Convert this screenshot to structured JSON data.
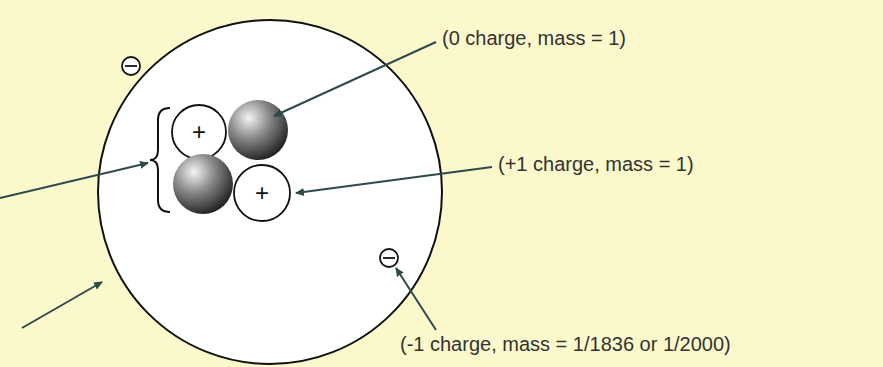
{
  "diagram": {
    "labels": [
      "(0 charge, mass = 1)",
      "(+1 charge, mass = 1)",
      "(-1 charge, mass = 1/1836 or 1/2000)",
      "+",
      "+"
    ]
  }
}
